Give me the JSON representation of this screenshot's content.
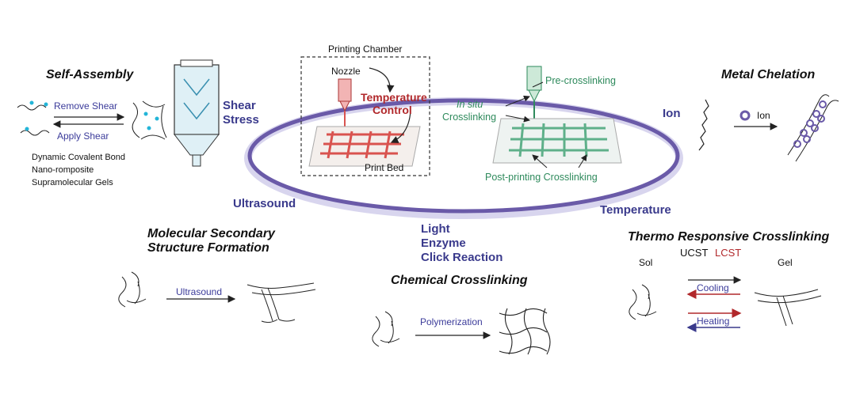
{
  "self_assembly": {
    "title": "Self-Assembly",
    "remove_shear": "Remove Shear",
    "apply_shear": "Apply Shear",
    "notes": [
      "Dynamic Covalent Bond",
      "Nano-romposite",
      "Supramolecular Gels"
    ]
  },
  "triggers": {
    "shear_stress": [
      "Shear",
      "Stress"
    ],
    "ion": "Ion",
    "ultrasound": "Ultrasound",
    "temperature": "Temperature",
    "center": [
      "Light",
      "Enzyme",
      "Click Reaction"
    ]
  },
  "printing": {
    "chamber": "Printing Chamber",
    "nozzle": "Nozzle",
    "temperature_control": [
      "Temperature",
      "Control"
    ],
    "print_bed": "Print Bed",
    "pre_crosslinking": "Pre-crosslinking",
    "in_situ": [
      "In situ",
      "Crosslinking"
    ],
    "post_printing": "Post-printing Crosslinking"
  },
  "metal_chelation": {
    "title": "Metal Chelation",
    "ion_label": "Ion"
  },
  "molecular": {
    "title": [
      "Molecular Secondary",
      "Structure Formation"
    ],
    "arrow_label": "Ultrasound"
  },
  "chemical": {
    "title": "Chemical Crosslinking",
    "arrow_label": "Polymerization"
  },
  "thermo": {
    "title": "Thermo Responsive Crosslinking",
    "sol": "Sol",
    "ucst": "UCST",
    "lcst": "LCST",
    "gel": "Gel",
    "cooling": "Cooling",
    "heating": "Heating"
  },
  "colors": {
    "ring": "#6a5aa8",
    "ring_light": "#cfcbe8",
    "trigger_text": "#3a3a8c",
    "green": "#2e8a5c",
    "red": "#b1282b",
    "grid_red": "#d9534f",
    "grid_green": "#5fb08a"
  }
}
